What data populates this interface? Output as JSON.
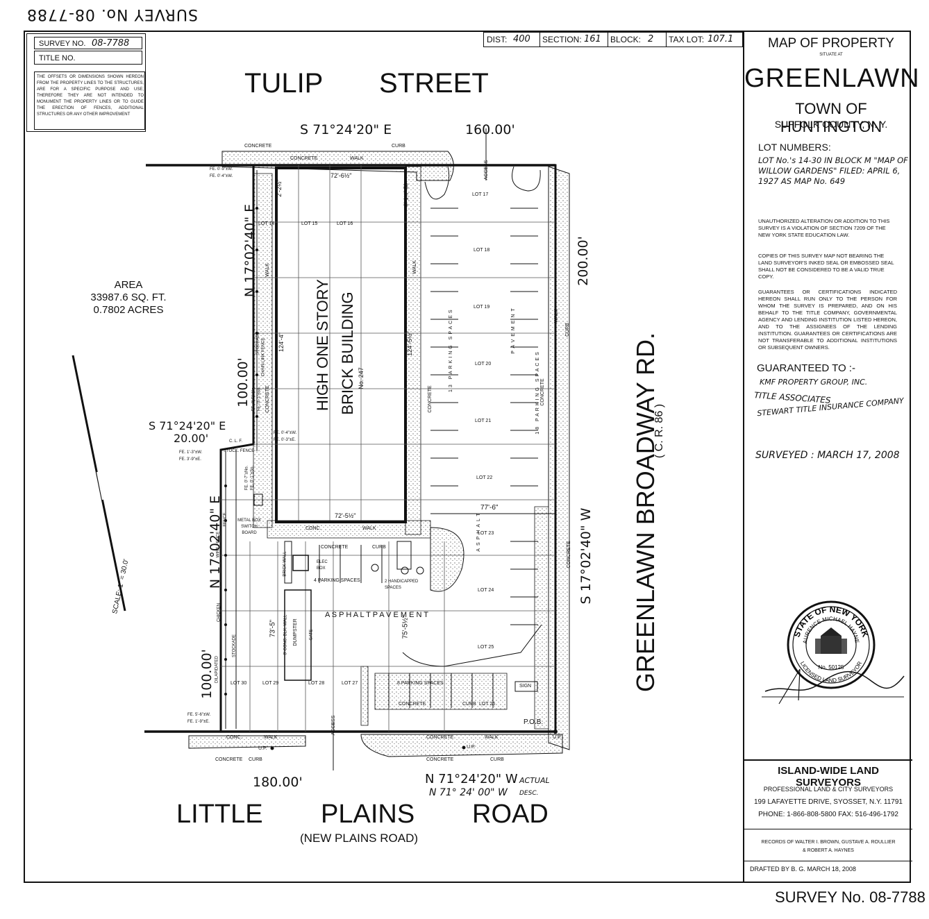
{
  "top_label_inverted": "SURVEY No. 08-7788",
  "titleblock": {
    "survey_no_label": "SURVEY NO.",
    "survey_no_value": "08-7788",
    "title_no_label": "TITLE NO.",
    "note": "THE OFFSETS OR DIMENSIONS SHOWN HEREON FROM THE PROPERTY LINES TO THE STRUCTURES, ARE FOR A SPECIFIC PURPOSE AND USE; THEREFORE THEY ARE NOT INTENDED TO MONUMENT THE PROPERTY LINES OR TO GUIDE THE ERECTION OF FENCES, ADDITIONAL STRUCTURES OR ANY OTHER IMPROVEMENT"
  },
  "tax": {
    "dist_label": "DIST:",
    "dist": "400",
    "section_label": "SECTION:",
    "section": "161",
    "block_label": "BLOCK:",
    "block": "2",
    "taxlot_label": "TAX LOT:",
    "taxlot": "107.1"
  },
  "right": {
    "map_of": "MAP OF PROPERTY",
    "situate": "SITUATE AT",
    "place": "GREENLAWN",
    "town": "TOWN OF HUNTINGTON",
    "county": "SUFFOLK COUNTY, N. Y.",
    "lot_numbers_label": "LOT NUMBERS:",
    "lot_numbers": "LOT No.'s 14-30 IN BLOCK M \"MAP OF WILLOW GARDENS\" FILED: APRIL 6, 1927 AS MAP No. 649",
    "note1": "UNAUTHORIZED ALTERATION OR ADDITION TO THIS SURVEY IS A VIOLATION OF SECTION 7209 OF THE NEW YORK STATE EDUCATION LAW.",
    "note2": "COPIES OF THIS SURVEY MAP NOT BEARING THE LAND SURVEYOR'S INKED SEAL OR EMBOSSED SEAL SHALL NOT BE CONSIDERED TO BE A VALID TRUE COPY.",
    "note3": "GUARANTEES OR CERTIFICATIONS INDICATED HEREON SHALL RUN ONLY TO THE PERSON FOR WHOM THE SURVEY IS PREPARED, AND ON HIS BEHALF TO THE TITLE COMPANY, GOVERNMENTAL AGENCY AND LENDING INSTITUTION LISTED HEREON, AND TO THE ASSIGNEES OF THE LENDING INSTITUTION. GUARANTEES OR CERTIFICATIONS ARE NOT TRANSFERABLE TO ADDITIONAL INSTITUTIONS OR SUBSEQUENT OWNERS.",
    "guaranteed_label": "GUARANTEED TO :-",
    "g1": "KMF PROPERTY GROUP, INC.",
    "g2": "TITLE ASSOCIATES",
    "g3": "STEWART TITLE INSURANCE COMPANY",
    "surveyed": "SURVEYED : MARCH 17, 2008",
    "seal_top": "STATE OF NEW YORK",
    "seal_name": "LAURENCE MICHAEL HAYNES",
    "seal_no": "No. 50125",
    "seal_bottom": "LICENSED LAND SURVEYOR",
    "company": "ISLAND-WIDE LAND SURVEYORS",
    "company_sub": "PROFESSIONAL LAND & CITY SURVEYORS",
    "address": "199 LAFAYETTE DRIVE, SYOSSET, N.Y. 11791",
    "phone": "PHONE: 1-866-808-5800 FAX: 516-496-1792",
    "records": "RECORDS OF WALTER I. BROWN, GUSTAVE A. ROULLIER",
    "records2": "& ROBERT A. HAYNES",
    "drafted": "DRAFTED BY B. G. MARCH 18, 2008"
  },
  "map": {
    "tulip": "TULIP",
    "street": "STREET",
    "little": "LITTLE",
    "plains": "PLAINS",
    "road": "ROAD",
    "new_plains": "(NEW PLAINS ROAD)",
    "greenlawn_rd": "GREENLAWN BROADWAY RD.",
    "cr": "( C. R. 86 )",
    "b_top": "S 71°24'20\" E",
    "d_top": "160.00'",
    "b_right": "S 17°02'40\" W",
    "d_right": "200.00'",
    "b_bottom": "N 71°24'20\" W",
    "b_bottom_actual": "ACTUAL",
    "b_bottom_desc": "N 71° 24' 00\" W",
    "desc": "DESC.",
    "d_bottom": "180.00'",
    "b_left1": "N 17°02'40\" E",
    "d_left1": "100.00'",
    "b_left2": "N 17°02'40\" E",
    "d_left2": "100.00'",
    "b_jog": "S 71°24'20\" E",
    "d_jog": "20.00'",
    "area_label": "AREA",
    "area_sqft": "33987.6 SQ. FT.",
    "area_acres": "0.7802 ACRES",
    "scale": "SCALE: 1\" = 30.0'",
    "bldg1": "HIGH ONE STORY",
    "bldg2": "BRICK BUILDING",
    "bldg_no": "No. 247",
    "dim_7262": "72'-6½\"",
    "dim_7255": "72'-5½\"",
    "dim_1244": "124'-4\"",
    "dim_1245": "124'-5½\"",
    "dim_776": "77'-6\"",
    "dim_735": "73'-5\"",
    "dim_755": "75'-5½\"",
    "dim_22": "2'-2½\"",
    "dim_01": "0'-1½\" 50",
    "lots": [
      "LOT 14",
      "LOT 15",
      "LOT 16",
      "LOT 17",
      "LOT 18",
      "LOT 19",
      "LOT 20",
      "LOT 21",
      "LOT 22",
      "LOT 23",
      "LOT 24",
      "LOT 25",
      "LOT 26",
      "LOT 27",
      "LOT 28",
      "LOT 29",
      "LOT 30"
    ],
    "concrete": "CONCRETE",
    "curb": "CURB",
    "walk": "WALK",
    "conc": "CONC.",
    "access": "ACCESS",
    "pob": "P.O.B.",
    "up": "U.P.",
    "sign": "SIGN",
    "parking13": "13 PARKING SPACES",
    "parking18": "18 PARKING SPACES",
    "parking8": "8 PARKING SPACES",
    "parking4": "4 PARKING SPACES",
    "handicapped": "2 HANDICAPPED SPACES",
    "asphalt": "ASPHALT",
    "pavement": "PAVEMENT",
    "asphalt_pave": "A S P H A L T   P A V E M E N T",
    "dumpster": "DUMPSTER",
    "gate": "GATE",
    "elec_box": "ELEC BOX",
    "brick_wall": "BRICK WALL",
    "blk_wall": "8' CONC. BLK. WALL",
    "metal_box": "METAL BOX SWITCH BOARD",
    "chain_link": "CHAIN LINK FENCE",
    "stockade": "STOCKADE",
    "fence": "FENCE",
    "wire_fence": "WIRE FENCE",
    "chicken": "CHICKEN",
    "dilapidated": "DILAPIDATED",
    "clf": "C. L. F.",
    "stock_fence": "STOCK. FENCE",
    "fe1": "FE. 0'-9\"±W.",
    "fe2": "FE. 0'-4\"±W.",
    "fe3": "FE. 0'-5\"±No.",
    "fe4": "FE. 0'-1\"±So.",
    "fe5": "FE. 1'-3\"±W.",
    "fe6": "FE. 3'-9\"±E.",
    "fe7": "FE. 0'-4\"±W.",
    "fe8": "FE. 0'-3\"±E.",
    "fe9": "FE. 0'-7\"±No.",
    "fe10": "FE. 0'-1\"±So.",
    "fe11": "FE. 5'-6\"±W.",
    "fe12": "FE. 1'-9\"±E."
  },
  "bottom_label": "SURVEY No. 08-7788"
}
